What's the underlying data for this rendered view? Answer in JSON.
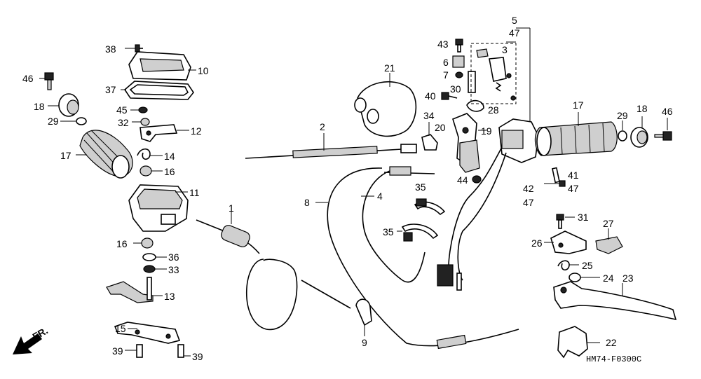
{
  "diagram": {
    "code": "HM74-F0300C",
    "direction": "FR.",
    "labels": {
      "l1": "1",
      "l2": "2",
      "l3": "3",
      "l4": "4",
      "l5": "5",
      "l6": "6",
      "l7": "7",
      "l8": "8",
      "l9": "9",
      "l10": "10",
      "l11": "11",
      "l12": "12",
      "l13": "13",
      "l14": "14",
      "l15": "15",
      "l16a": "16",
      "l16b": "16",
      "l17a": "17",
      "l17b": "17",
      "l18a": "18",
      "l18b": "18",
      "l19": "19",
      "l20": "20",
      "l21": "21",
      "l22": "22",
      "l23": "23",
      "l24": "24",
      "l25": "25",
      "l26": "26",
      "l27": "27",
      "l28": "28",
      "l29a": "29",
      "l29b": "29",
      "l30": "30",
      "l31": "31",
      "l32": "32",
      "l33": "33",
      "l34": "34",
      "l35a": "35",
      "l35b": "35",
      "l36": "36",
      "l37": "37",
      "l38": "38",
      "l39a": "39",
      "l39b": "39",
      "l40": "40",
      "l41": "41",
      "l42": "42",
      "l43": "43",
      "l44": "44",
      "l45": "45",
      "l46a": "46",
      "l46b": "46",
      "l47a": "47",
      "l47b": "47",
      "l47c": "47"
    }
  }
}
